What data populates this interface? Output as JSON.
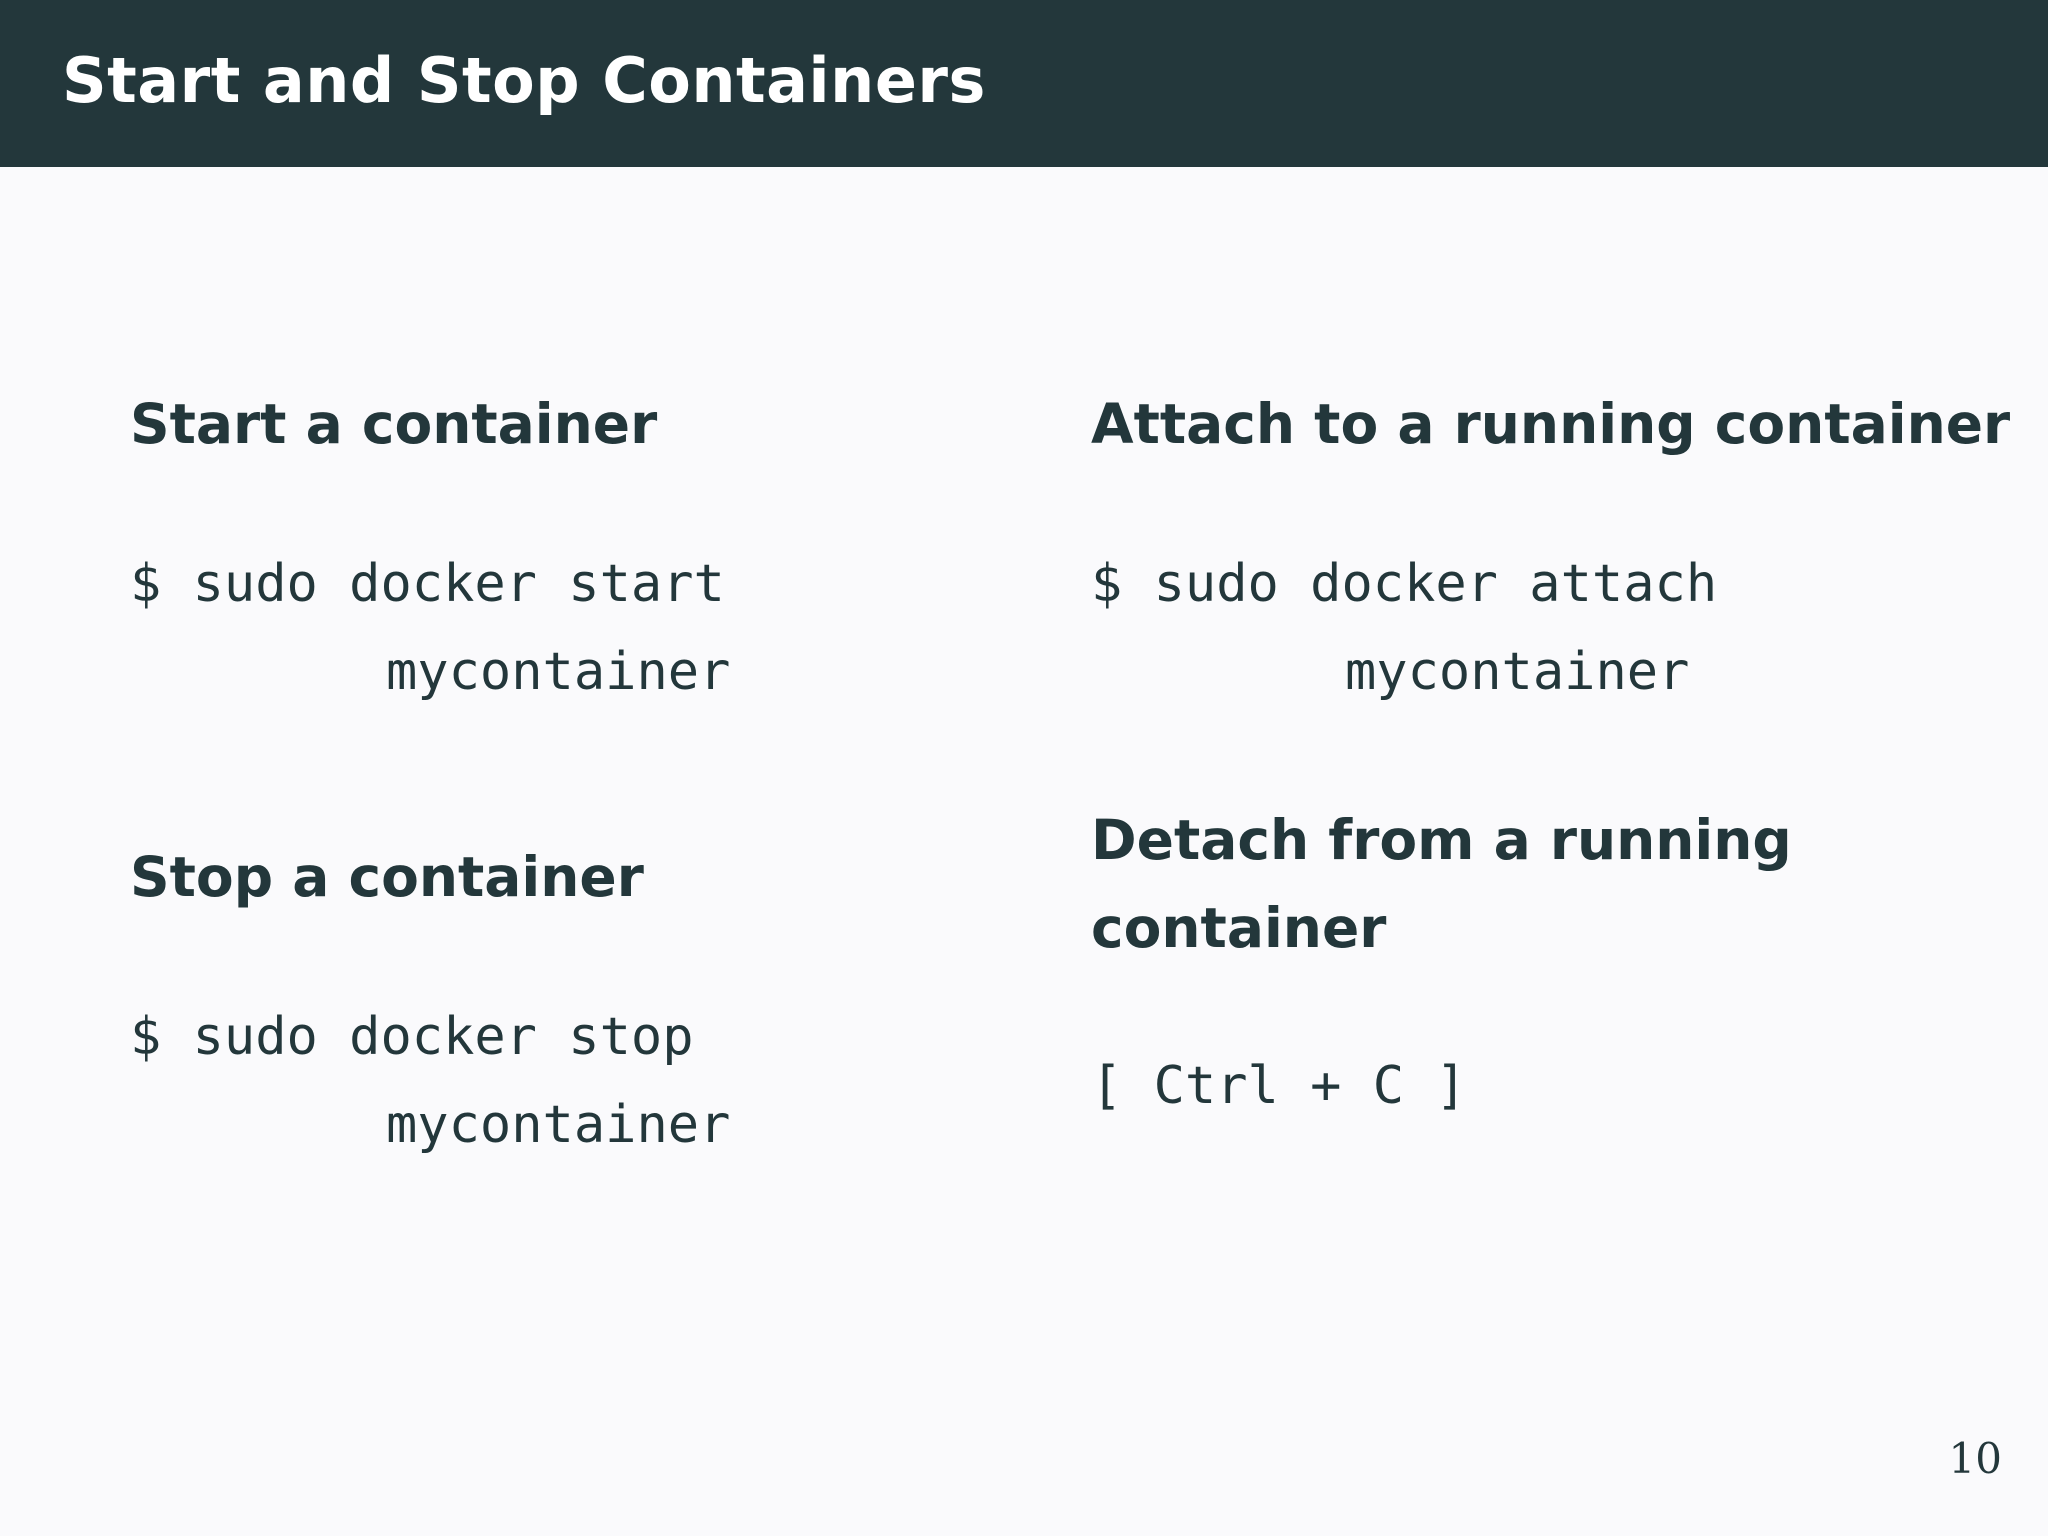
{
  "title": "Start and Stop Containers",
  "left": {
    "start": {
      "heading": "Start a container",
      "command_line1": "$ sudo docker start",
      "command_line2": "mycontainer"
    },
    "stop": {
      "heading": "Stop a container",
      "command_line1": "$ sudo docker stop",
      "command_line2": "mycontainer"
    }
  },
  "right": {
    "attach": {
      "heading": "Attach to a running container",
      "command_line1": "$ sudo docker attach",
      "command_line2": "mycontainer"
    },
    "detach": {
      "heading_line1": "Detach from a running",
      "heading_line2": "container",
      "keys": "[ Ctrl + C ]"
    }
  },
  "page_number": "10",
  "colors": {
    "title_bar": "#23373b",
    "background": "#fafafc",
    "text": "#23373b"
  }
}
